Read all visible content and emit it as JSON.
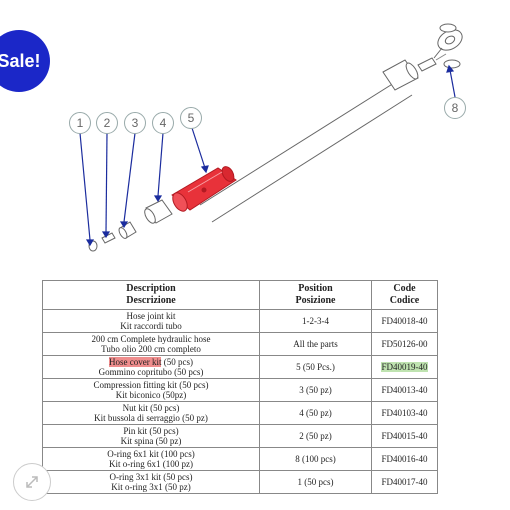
{
  "badge": {
    "label": "Sale!"
  },
  "callouts": [
    "1",
    "2",
    "3",
    "4",
    "5",
    "8"
  ],
  "table": {
    "headers": [
      {
        "en": "Description",
        "it": "Descrizione"
      },
      {
        "en": "Position",
        "it": "Posizione"
      },
      {
        "en": "Code",
        "it": "Codice"
      }
    ],
    "rows": [
      {
        "desc_en": "Hose joint kit",
        "desc_it": "Kit raccordi tubo",
        "position": "1-2-3-4",
        "code": "FD40018-40"
      },
      {
        "desc_en": "200 cm Complete hydraulic hose",
        "desc_it": "Tubo olio 200 cm completo",
        "position": "All the parts",
        "code": "FD50126-00"
      },
      {
        "desc_en_hl": "Hose cover kit",
        "desc_en_rest": " (50 pcs)",
        "desc_it": "Gommino copritubo (50 pcs)",
        "position": "5 (50 Pcs.)",
        "code": "FD40019-40"
      },
      {
        "desc_en": "Compression fitting kit (50 pcs)",
        "desc_it": "Kit biconico (50pz)",
        "position": "3 (50 pz)",
        "code": "FD40013-40"
      },
      {
        "desc_en": "Nut kit (50 pcs)",
        "desc_it": "Kit bussola di serraggio (50 pz)",
        "position": "4 (50 pz)",
        "code": "FD40103-40"
      },
      {
        "desc_en": "Pin kit (50 pcs)",
        "desc_it": "Kit spina (50 pz)",
        "position": "2 (50 pz)",
        "code": "FD40015-40"
      },
      {
        "desc_en": "O-ring 6x1 kit (100 pcs)",
        "desc_it": "Kit o-ring 6x1 (100 pz)",
        "position": "8 (100 pcs)",
        "code": "FD40016-40"
      },
      {
        "desc_en": "O-ring 3x1 kit (50 pcs)",
        "desc_it": "Kit o-ring 3x1 (50 pz)",
        "position": "1 (50 pcs)",
        "code": "FD40017-40"
      }
    ]
  },
  "colors": {
    "badge": "#1b27c8",
    "highlight_red": "#ef8d8d",
    "highlight_green": "#bfe3b0",
    "hose_cover": "#e8323a"
  },
  "icons": {
    "zoom": "expand-arrows-icon"
  }
}
